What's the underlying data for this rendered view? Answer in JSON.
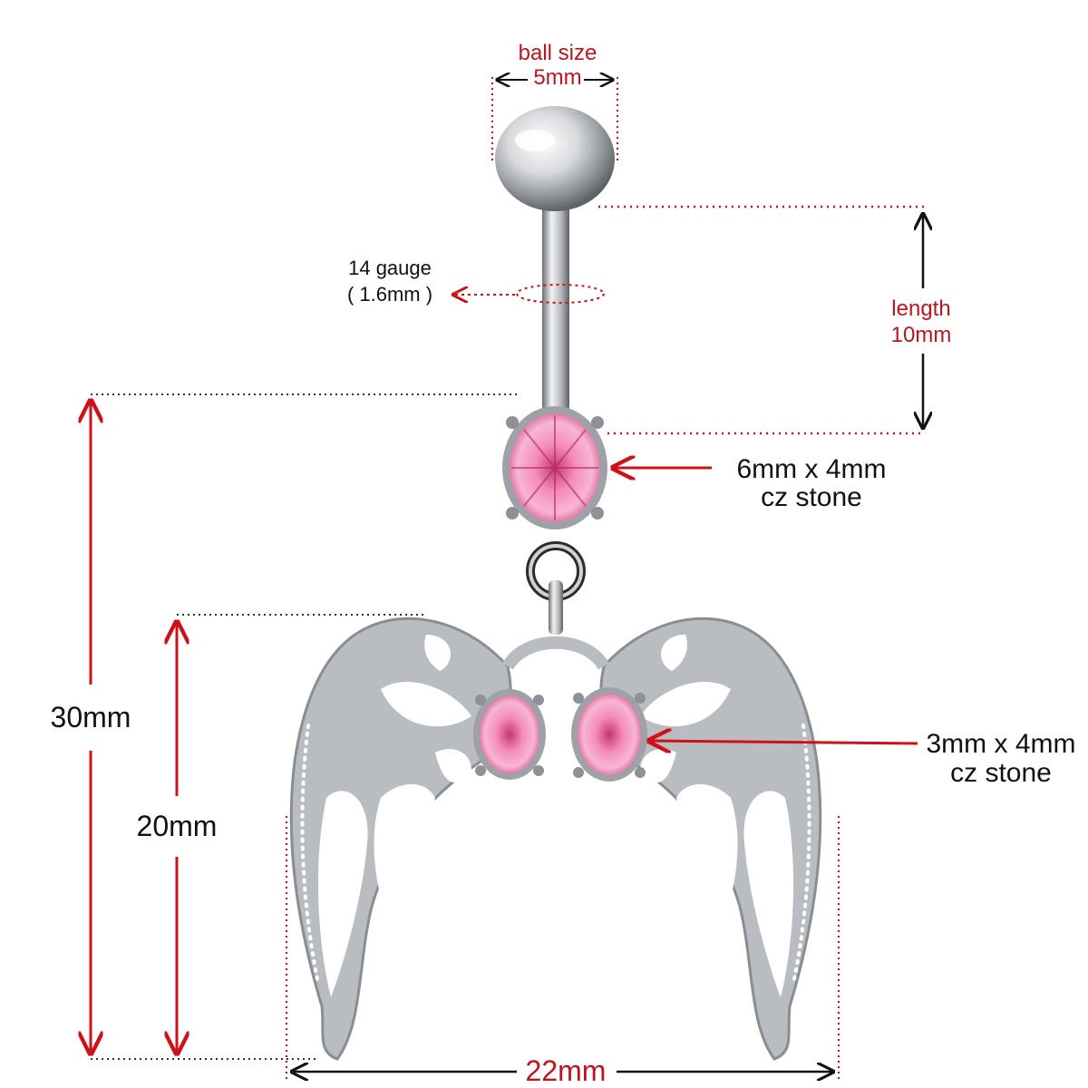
{
  "ball": {
    "caption": "ball size",
    "value": "5mm"
  },
  "gauge": {
    "line1": "14 gauge",
    "line2": "( 1.6mm )"
  },
  "length": {
    "caption": "length",
    "value": "10mm"
  },
  "top_stone": {
    "line1": "6mm x 4mm",
    "line2": "cz stone"
  },
  "wing_stones": {
    "line1": "3mm x 4mm",
    "line2": "cz stone"
  },
  "dimensions": {
    "total_height": "30mm",
    "charm_height": "20mm",
    "charm_width": "22mm"
  },
  "colors": {
    "annotation_red": "#c0141c",
    "dimension_red": "#d01018",
    "stone_pink": "#f07fb4",
    "metal": "#b9bcc0"
  }
}
